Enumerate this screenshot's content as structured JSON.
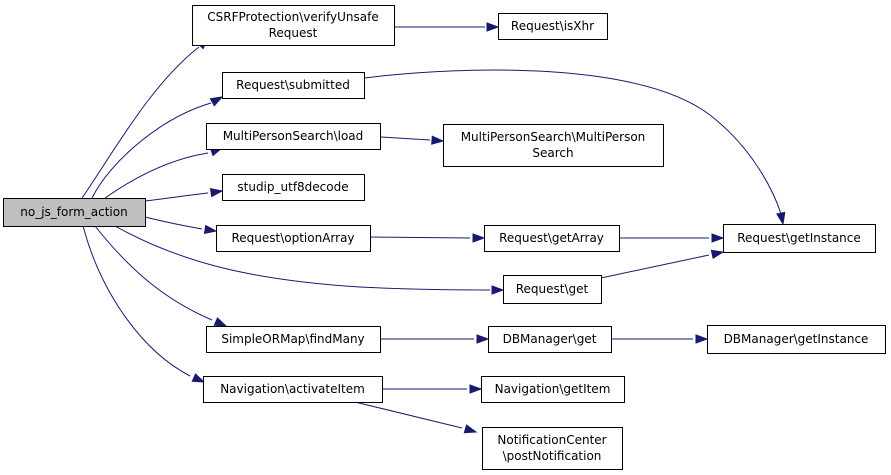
{
  "diagram": {
    "nodes": [
      {
        "id": "root",
        "lines": [
          "no_js_form_action"
        ],
        "root": true
      },
      {
        "id": "csrf",
        "lines": [
          "CSRFProtection\\verifyUnsafe",
          "Request"
        ]
      },
      {
        "id": "isxhr",
        "lines": [
          "Request\\isXhr"
        ]
      },
      {
        "id": "submitted",
        "lines": [
          "Request\\submitted"
        ]
      },
      {
        "id": "mpsload",
        "lines": [
          "MultiPersonSearch\\load"
        ]
      },
      {
        "id": "mps",
        "lines": [
          "MultiPersonSearch\\MultiPerson",
          "Search"
        ]
      },
      {
        "id": "utf8",
        "lines": [
          "studip_utf8decode"
        ]
      },
      {
        "id": "optarr",
        "lines": [
          "Request\\optionArray"
        ]
      },
      {
        "id": "getarr",
        "lines": [
          "Request\\getArray"
        ]
      },
      {
        "id": "getinst",
        "lines": [
          "Request\\getInstance"
        ]
      },
      {
        "id": "reqget",
        "lines": [
          "Request\\get"
        ]
      },
      {
        "id": "findmany",
        "lines": [
          "SimpleORMap\\findMany"
        ]
      },
      {
        "id": "dbget",
        "lines": [
          "DBManager\\get"
        ]
      },
      {
        "id": "dbinst",
        "lines": [
          "DBManager\\getInstance"
        ]
      },
      {
        "id": "activate",
        "lines": [
          "Navigation\\activateItem"
        ]
      },
      {
        "id": "getitem",
        "lines": [
          "Navigation\\getItem"
        ]
      },
      {
        "id": "notif",
        "lines": [
          "NotificationCenter",
          "\\postNotification"
        ]
      }
    ],
    "edges": [
      {
        "from": "root",
        "to": "csrf"
      },
      {
        "from": "root",
        "to": "submitted"
      },
      {
        "from": "root",
        "to": "mpsload"
      },
      {
        "from": "root",
        "to": "utf8"
      },
      {
        "from": "root",
        "to": "optarr"
      },
      {
        "from": "root",
        "to": "reqget"
      },
      {
        "from": "root",
        "to": "findmany"
      },
      {
        "from": "root",
        "to": "activate"
      },
      {
        "from": "csrf",
        "to": "isxhr"
      },
      {
        "from": "submitted",
        "to": "getinst"
      },
      {
        "from": "mpsload",
        "to": "mps"
      },
      {
        "from": "optarr",
        "to": "getarr"
      },
      {
        "from": "getarr",
        "to": "getinst"
      },
      {
        "from": "reqget",
        "to": "getinst"
      },
      {
        "from": "findmany",
        "to": "dbget"
      },
      {
        "from": "dbget",
        "to": "dbinst"
      },
      {
        "from": "activate",
        "to": "getitem"
      },
      {
        "from": "activate",
        "to": "notif"
      }
    ],
    "colors": {
      "edge": "#191970",
      "root_fill": "#bfbfbf",
      "node_fill": "#ffffff",
      "node_stroke": "#000000"
    }
  }
}
